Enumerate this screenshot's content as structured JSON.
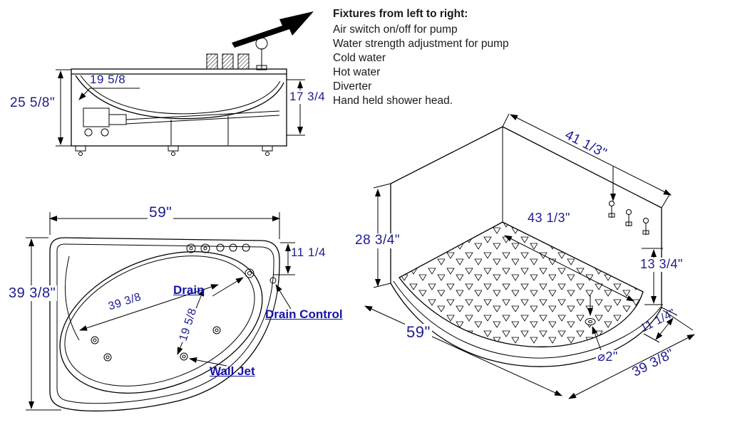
{
  "colors": {
    "dimension_text": "#1c1c8f",
    "label_text": "#1414a8",
    "line": "#000000",
    "background": "#ffffff"
  },
  "fixtures_note": {
    "title": "Fixtures from left to right:",
    "items": [
      "Air switch on/off for pump",
      "Water strength adjustment for pump",
      "Cold water",
      "Hot water",
      "Diverter",
      "Hand held shower head."
    ]
  },
  "side_view": {
    "overall_height": "25 5/8\"",
    "inner_depth": "19 5/8",
    "inner_height": "17 3/4"
  },
  "top_view": {
    "width": "59\"",
    "depth": "39 3/8\"",
    "deck_width": "11 1/4",
    "basin_diagonal": "39 3/8",
    "basin_width": "19 5/8",
    "labels": {
      "drain": "Drain",
      "drain_control": "Drain Control",
      "wall_jet": "Wall Jet"
    }
  },
  "perspective_view": {
    "back_edge": "41 1/3\"",
    "wall_height": "28 3/4\"",
    "inner_back_edge": "43 1/3\"",
    "inner_depth_right": "13 3/4\"",
    "front_edge_height": "11 1/4\"",
    "front_width": "59\"",
    "drain_diameter": "⌀2\"",
    "side_depth": "39 3/8\""
  }
}
